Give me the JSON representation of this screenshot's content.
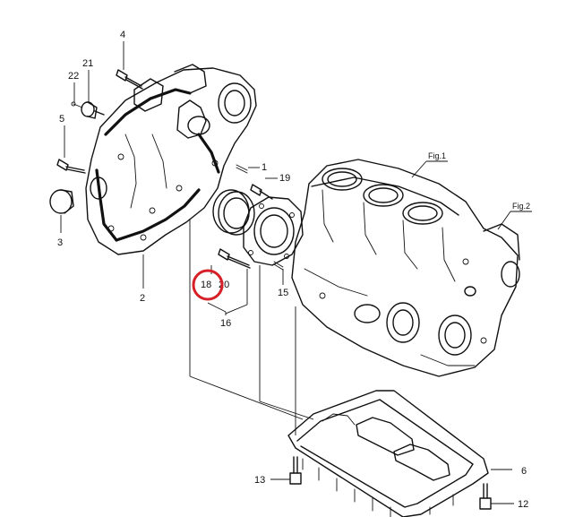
{
  "callouts": {
    "c1": "1",
    "c2": "2",
    "c3": "3",
    "c4": "4",
    "c5": "5",
    "c6": "6",
    "c12": "12",
    "c13": "13",
    "c15": "15",
    "c16": "16",
    "c18": "18",
    "c19": "19",
    "c20": "20",
    "c21": "21",
    "c22": "22"
  },
  "figures": {
    "fig1": "Fig.1",
    "fig2": "Fig.2"
  },
  "highlight": {
    "callout": "18",
    "color": "#d61f26"
  }
}
